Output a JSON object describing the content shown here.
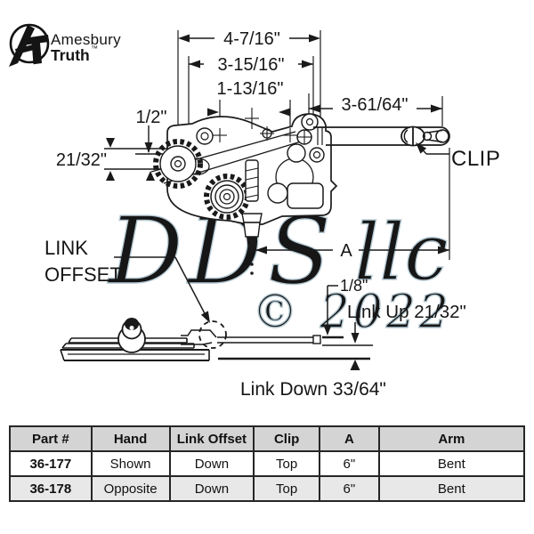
{
  "brand": {
    "top": "Amesbury",
    "bottom": "Truth",
    "tm": "™"
  },
  "watermark": {
    "word1": "DDS",
    "word2": "llc",
    "line2": "© 2022"
  },
  "labels": {
    "dim_4_7_16": "4-7/16\"",
    "dim_3_15_16": "3-15/16\"",
    "dim_1_13_16": "1-13/16\"",
    "dim_3_61_64": "3-61/64\"",
    "dim_1_2": "1/2\"",
    "dim_21_32": "21/32\"",
    "dim_1_8": "1/8\"",
    "dim_a": "A",
    "clip": "CLIP",
    "link_offset_line1": "LINK",
    "link_offset_line2": "OFFSET",
    "link_up": "Link Up 21/32\"",
    "link_down": "Link Down 33/64\""
  },
  "table": {
    "headers": [
      "Part #",
      "Hand",
      "Link Offset",
      "Clip",
      "A",
      "Arm"
    ],
    "rows": [
      [
        "36-177",
        "Shown",
        "Down",
        "Top",
        "6\"",
        "Bent"
      ],
      [
        "36-178",
        "Opposite",
        "Down",
        "Top",
        "6\"",
        "Bent"
      ]
    ]
  },
  "colors": {
    "ink": "#1a1a1a",
    "table_header_bg": "#d4d4d4",
    "table_alt_row_bg": "#e8e8e8",
    "watermark_fill": "#e3ecf0",
    "watermark_stroke": "#b5c9d3"
  }
}
